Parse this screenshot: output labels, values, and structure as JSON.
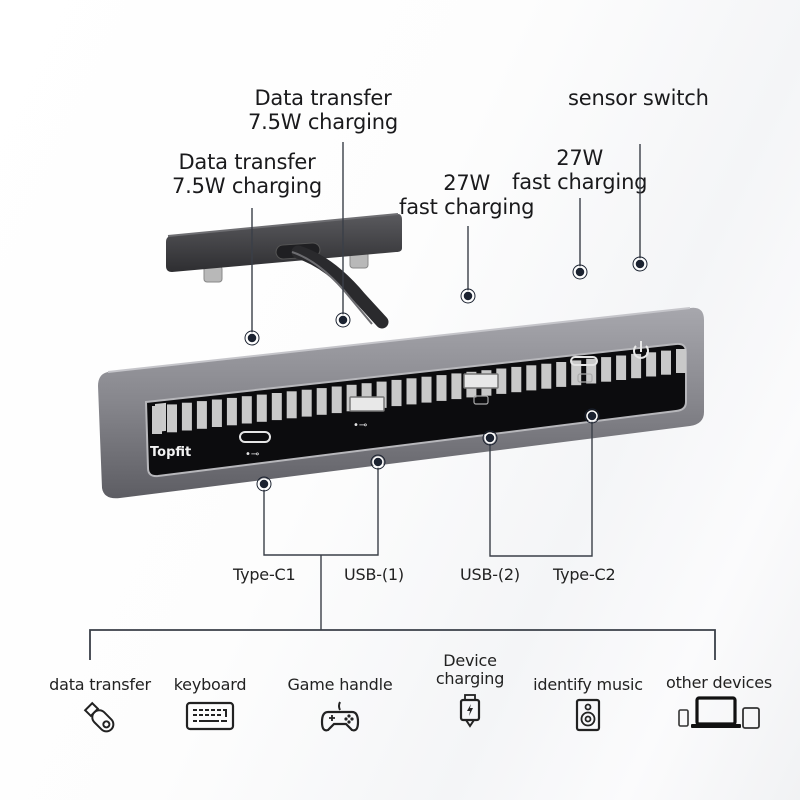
{
  "product": {
    "brand": "Topfit",
    "type": "USB hub docking station"
  },
  "callouts_top": [
    {
      "id": "typec1-top",
      "line1": "Data transfer",
      "line2": "7.5W charging"
    },
    {
      "id": "usb1-top",
      "line1": "Data transfer",
      "line2": "7.5W charging"
    },
    {
      "id": "usb2-top",
      "line1": "27W",
      "line2": "fast charging"
    },
    {
      "id": "typec2-top",
      "line1": "27W",
      "line2": "fast charging"
    },
    {
      "id": "sensor",
      "line1": "sensor switch"
    }
  ],
  "ports": [
    {
      "label": "Type-C1"
    },
    {
      "label": "USB-(1)"
    },
    {
      "label": "USB-(2)"
    },
    {
      "label": "Type-C2"
    }
  ],
  "uses": [
    {
      "label": "data transfer",
      "icon": "usb-flash-drive-icon"
    },
    {
      "label": "keyboard",
      "icon": "keyboard-icon"
    },
    {
      "label": "Game handle",
      "icon": "gamepad-icon"
    },
    {
      "label_line1": "Device",
      "label_line2": "charging",
      "icon": "charging-plug-icon"
    },
    {
      "label": "identify music",
      "icon": "speaker-icon"
    },
    {
      "label": "other devices",
      "icon": "devices-icon"
    }
  ],
  "colors": {
    "line": "#3a3f48",
    "dot": "#1b2230",
    "device_body": "#8a8a90",
    "device_panel": "#0c0c0e",
    "led_bar": "#c9c9c9"
  }
}
